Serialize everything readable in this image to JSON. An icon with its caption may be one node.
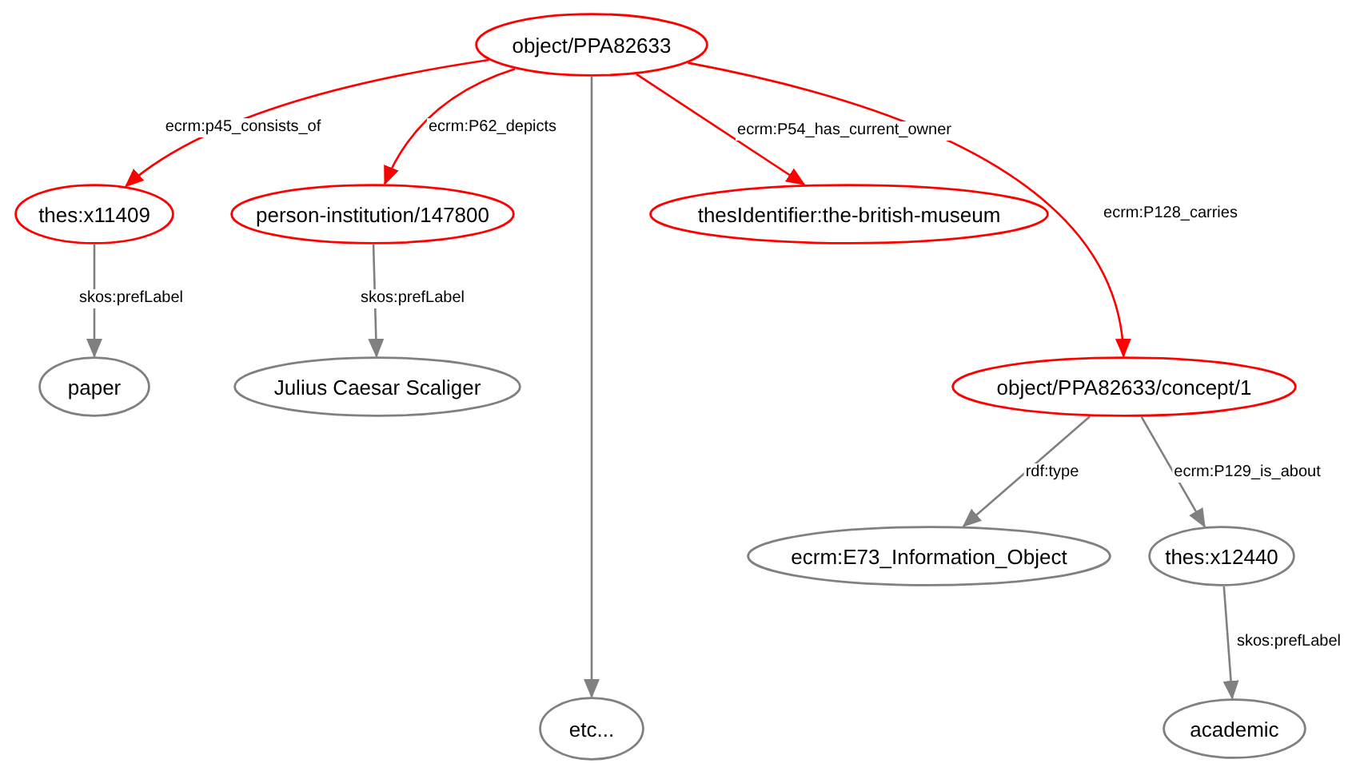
{
  "diagram": {
    "nodes": [
      {
        "text": [
          "object/PPA82633"
        ]
      },
      {
        "text": [
          "thes:x11409"
        ]
      },
      {
        "text": [
          "person-institution/147800"
        ]
      },
      {
        "text": [
          "thesIdentifier:the-british-museum"
        ]
      },
      {
        "text": [
          "paper"
        ]
      },
      {
        "text": [
          "Julius Caesar Scaliger"
        ]
      },
      {
        "text": [
          "object/PPA82633/concept/1"
        ]
      },
      {
        "text": [
          "ecrm:E73_Information_Object"
        ]
      },
      {
        "text": [
          "thes:x12440"
        ]
      },
      {
        "text": [
          "etc..."
        ]
      },
      {
        "text": [
          "academic"
        ]
      }
    ],
    "edges": [
      {
        "from": 0,
        "to": 1,
        "arrow": "to",
        "label": "ecrm:p45_consists_of",
        "color": "#ff0000"
      },
      {
        "from": 0,
        "to": 2,
        "arrow": "to",
        "label": "ecrm:P62_depicts",
        "color": "#ff0000"
      },
      {
        "from": 0,
        "to": 9,
        "arrow": "to"
      },
      {
        "from": 0,
        "to": 3,
        "arrow": "to",
        "label": "ecrm:P54_has_current_owner",
        "color": "#ff0000"
      },
      {
        "from": 0,
        "to": 6,
        "arrow": "to",
        "label": "ecrm:P128_carries",
        "color": "#ff0000"
      },
      {
        "from": 1,
        "to": 4,
        "arrow": "to",
        "label": "skos:prefLabel"
      },
      {
        "from": 2,
        "to": 5,
        "arrow": "to",
        "label": "skos:prefLabel"
      },
      {
        "from": 6,
        "to": 7,
        "arrow": "to",
        "label": "rdf:type"
      },
      {
        "from": 6,
        "to": 8,
        "arrow": "to",
        "label": "ecrm:P129_is_about"
      },
      {
        "from": 8,
        "to": 10,
        "arrow": "to",
        "label": "skos:prefLabel"
      }
    ]
  }
}
